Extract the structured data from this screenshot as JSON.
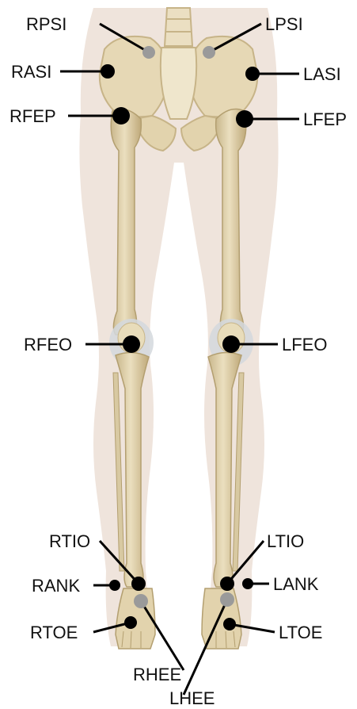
{
  "figure": {
    "markers": [
      {
        "id": "rpsi",
        "label": "RPSI",
        "style": "gray"
      },
      {
        "id": "lpsi",
        "label": "LPSI",
        "style": "gray"
      },
      {
        "id": "rasi",
        "label": "RASI",
        "style": "black"
      },
      {
        "id": "lasi",
        "label": "LASI",
        "style": "black"
      },
      {
        "id": "rfep",
        "label": "RFEP",
        "style": "black"
      },
      {
        "id": "lfep",
        "label": "LFEP",
        "style": "black"
      },
      {
        "id": "rfeo",
        "label": "RFEO",
        "style": "black"
      },
      {
        "id": "lfeo",
        "label": "LFEO",
        "style": "black"
      },
      {
        "id": "rtio",
        "label": "RTIO",
        "style": "black"
      },
      {
        "id": "ltio",
        "label": "LTIO",
        "style": "black"
      },
      {
        "id": "rank",
        "label": "RANK",
        "style": "black"
      },
      {
        "id": "lank",
        "label": "LANK",
        "style": "black"
      },
      {
        "id": "rtoe",
        "label": "RTOE",
        "style": "black"
      },
      {
        "id": "ltoe",
        "label": "LTOE",
        "style": "black"
      },
      {
        "id": "rhee",
        "label": "RHEE",
        "style": "gray"
      },
      {
        "id": "lhee",
        "label": "LHEE",
        "style": "gray"
      }
    ],
    "colors": {
      "background": "#ffffff",
      "skin": "#efe4dc",
      "bone": "#e2d3ad",
      "bone_shade": "#c7b488",
      "cartilage": "#cfd4d8",
      "marker_black": "#000000",
      "marker_gray": "#9a9a9a",
      "leader_line": "#000000",
      "label_text": "#111111"
    }
  }
}
